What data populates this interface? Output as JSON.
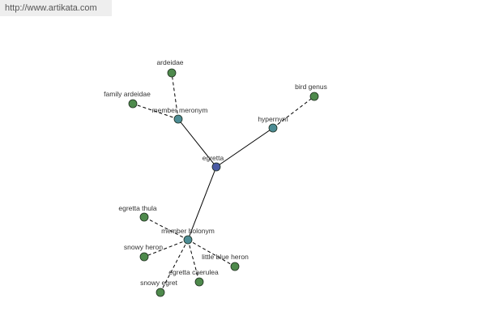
{
  "header": {
    "url_text": "http://www.artikata.com"
  },
  "graph": {
    "colors": {
      "center": "#4a5aa3",
      "relation": "#4c8c94",
      "leaf": "#4e8a4c"
    },
    "nodes": [
      {
        "id": "egretta",
        "label": "egretta",
        "kind": "center"
      },
      {
        "id": "member-meronym",
        "label": "member meronym",
        "kind": "relation"
      },
      {
        "id": "hypernym",
        "label": "hypernym",
        "kind": "relation"
      },
      {
        "id": "member-holonym",
        "label": "member holonym",
        "kind": "relation"
      },
      {
        "id": "ardeidae",
        "label": "ardeidae",
        "kind": "leaf"
      },
      {
        "id": "family-ardeidae",
        "label": "family ardeidae",
        "kind": "leaf"
      },
      {
        "id": "bird-genus",
        "label": "bird genus",
        "kind": "leaf"
      },
      {
        "id": "egretta-thula",
        "label": "egretta thula",
        "kind": "leaf"
      },
      {
        "id": "snowy-heron",
        "label": "snowy heron",
        "kind": "leaf"
      },
      {
        "id": "little-blue-heron",
        "label": "little blue heron",
        "kind": "leaf"
      },
      {
        "id": "egretta-caerulea",
        "label": "egretta caerulea",
        "kind": "leaf"
      },
      {
        "id": "snowy-egret",
        "label": "snowy egret",
        "kind": "leaf"
      }
    ],
    "edges": [
      {
        "from": "egretta",
        "to": "member-meronym",
        "style": "solid"
      },
      {
        "from": "egretta",
        "to": "hypernym",
        "style": "solid"
      },
      {
        "from": "egretta",
        "to": "member-holonym",
        "style": "solid"
      },
      {
        "from": "member-meronym",
        "to": "ardeidae",
        "style": "dashed"
      },
      {
        "from": "member-meronym",
        "to": "family-ardeidae",
        "style": "dashed"
      },
      {
        "from": "hypernym",
        "to": "bird-genus",
        "style": "dashed"
      },
      {
        "from": "member-holonym",
        "to": "egretta-thula",
        "style": "dashed"
      },
      {
        "from": "member-holonym",
        "to": "snowy-heron",
        "style": "dashed"
      },
      {
        "from": "member-holonym",
        "to": "little-blue-heron",
        "style": "dashed"
      },
      {
        "from": "member-holonym",
        "to": "egretta-caerulea",
        "style": "dashed"
      },
      {
        "from": "member-holonym",
        "to": "snowy-egret",
        "style": "dashed"
      }
    ]
  }
}
